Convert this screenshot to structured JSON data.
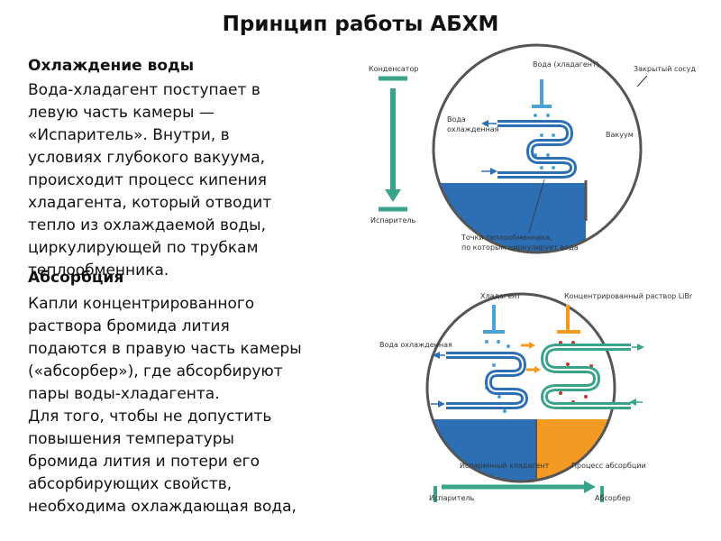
{
  "title": "Принцип работы АБХМ",
  "section1": {
    "heading": "Охлаждение воды",
    "lines": [
      "Вода-хладагент поступает в",
      "левую часть камеры —",
      "«Испаритель». Внутри, в",
      "условиях глубокого вакуума,",
      "происходит процесс кипения",
      "хладагента, который отводит",
      "тепло из охлаждаемой воды,",
      "циркулирующей по трубкам",
      "теплообменника."
    ]
  },
  "section2": {
    "heading": "Абсорбция",
    "lines": [
      "Капли концентрированного",
      "раствора бромида лития",
      "подаются в правую часть камеры",
      "(«абсорбер»), где абсорбируют",
      "пары воды-хладагента.",
      "Для того, чтобы не допустить",
      "повышения температуры",
      "бромида лития и потери его",
      "абсорбирующих свойств,",
      "необходима охлаждающая вода,"
    ]
  },
  "diagram1": {
    "condenser": "Конденсатор",
    "evaporator": "Испаритель",
    "water_refrigerant": "Вода (хладагент)",
    "closed_vessel": "Закрытый сосуд",
    "cooled_water_1": "Вода",
    "cooled_water_2": "охлажденная",
    "vacuum": "Вакуум",
    "points_1": "Точки теплообменника,",
    "points_2": "по которым циркулирует вода"
  },
  "diagram2": {
    "refrigerant": "Хладагент",
    "conc_solution": "Концентрированный раствор LiBr",
    "cooled_water": "Вода охлажденная",
    "evaporated_refrigerant": "Испаренный хладагент",
    "absorption_process": "Процесс абсорбции",
    "evaporator": "Испаритель",
    "absorber": "Абсорбер"
  },
  "colors": {
    "blue": "#2c6fb5",
    "light_blue": "#4aa3d4",
    "green": "#3aa48a",
    "orange": "#f39a23",
    "vessel": "#555555"
  }
}
